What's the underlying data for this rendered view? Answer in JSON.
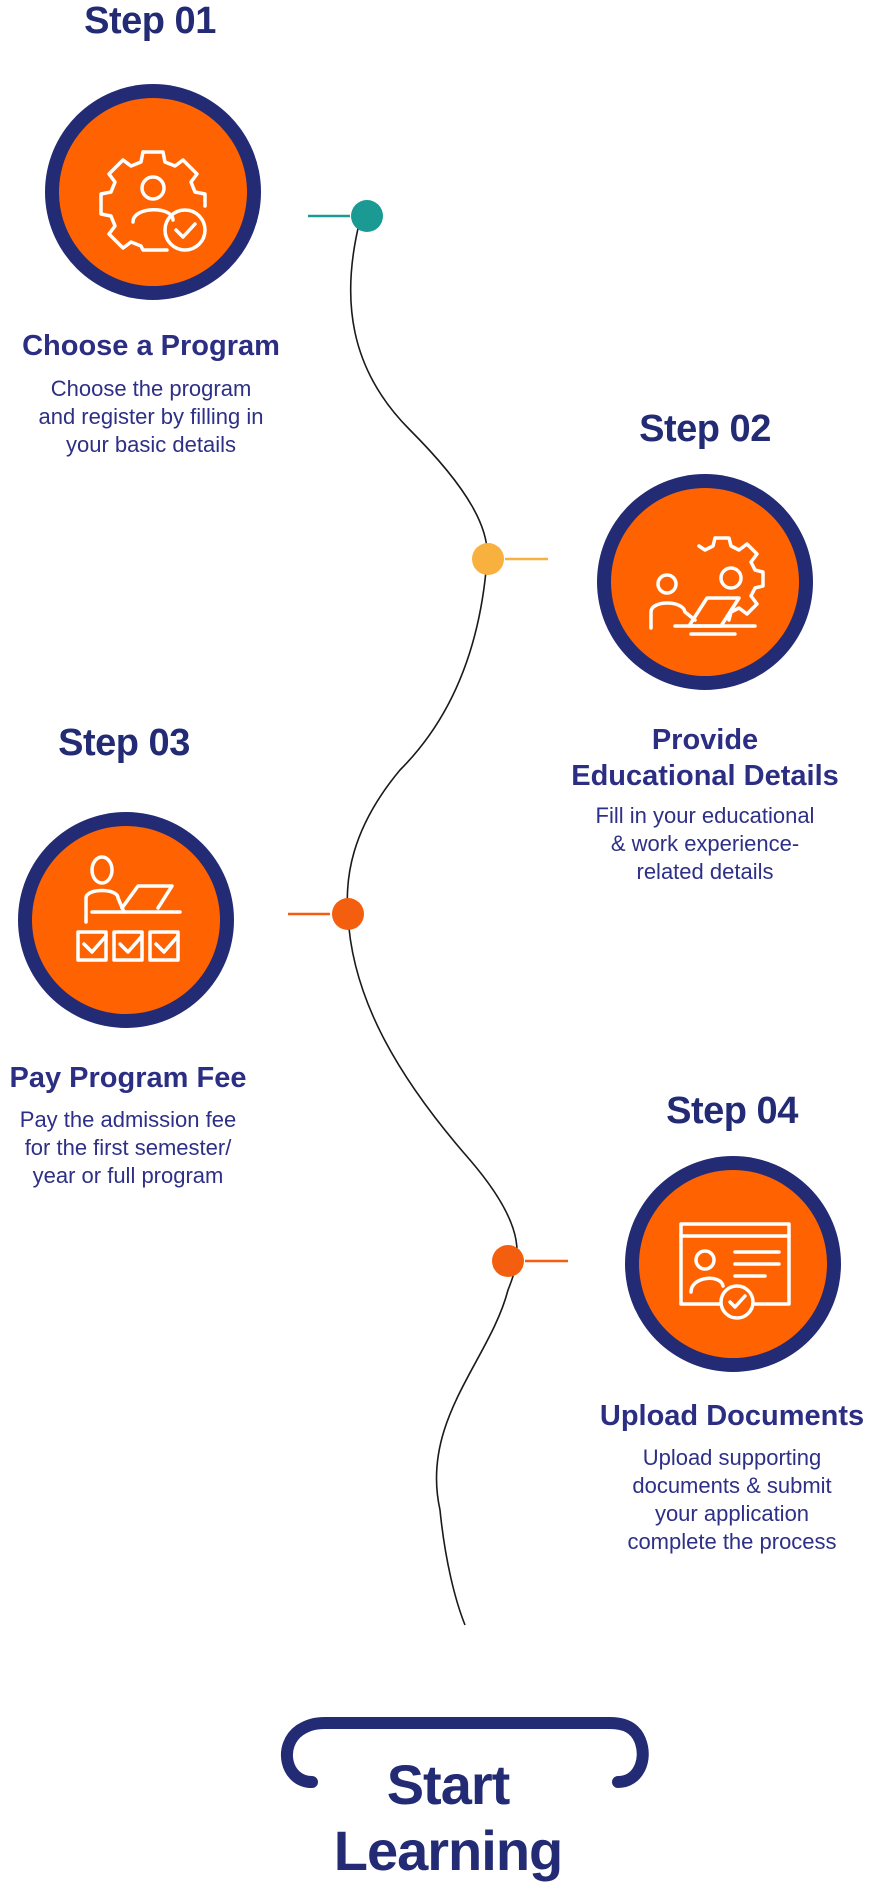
{
  "steps": [
    {
      "label": "Step 01",
      "title": "Choose a Program",
      "desc": [
        "Choose the program",
        "and register by filling in",
        "your basic details"
      ],
      "icon": "gear-user-check-icon",
      "dot_color": "#1a9a92"
    },
    {
      "label": "Step 02",
      "title": [
        "Provide",
        "Educational Details"
      ],
      "desc": [
        "Fill in your educational",
        "& work experience-",
        "related details"
      ],
      "icon": "person-laptop-gear-icon",
      "dot_color": "#f8b03f"
    },
    {
      "label": "Step 03",
      "title": "Pay Program Fee",
      "desc": [
        "Pay the admission fee",
        "for the first semester/",
        "year or full program"
      ],
      "icon": "person-desk-checkboxes-icon",
      "dot_color": "#f45f0f"
    },
    {
      "label": "Step 04",
      "title": "Upload Documents",
      "desc": [
        "Upload supporting",
        "documents & submit",
        "your application",
        "complete the process"
      ],
      "icon": "id-card-check-icon",
      "dot_color": "#f45f0f"
    }
  ],
  "cta": {
    "line1": "Start",
    "line2": "Learning"
  },
  "colors": {
    "navy": "#232b75",
    "orange": "#ff6200",
    "teal": "#1a9a92",
    "yellow": "#f8b03f"
  }
}
